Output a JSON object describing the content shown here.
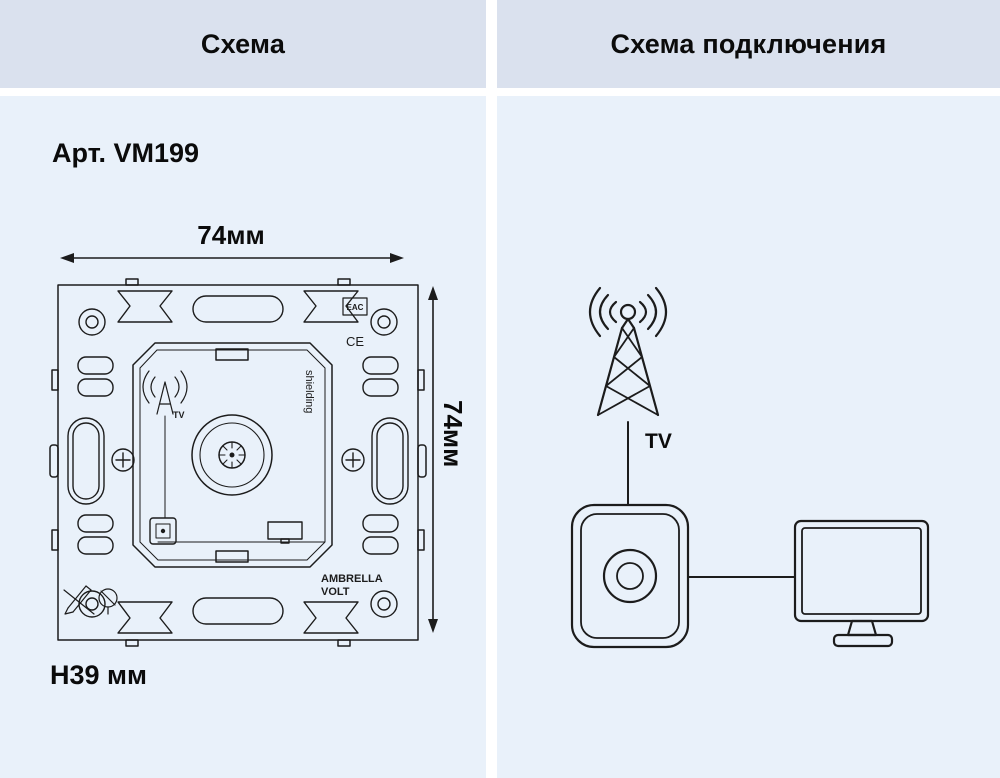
{
  "colors": {
    "header_bg": "#dae1ee",
    "panel_bg": "#e9f1fa",
    "line": "#1c1c1c"
  },
  "headers": {
    "left": "Схема",
    "right": "Схема подключения"
  },
  "schematic": {
    "article": "Арт. VM199",
    "width_dim": "74мм",
    "height_dim": "74мм",
    "depth_dim": "H39 мм",
    "labels": {
      "shielding": "shielding",
      "brand_top": "AMBRELLA",
      "brand_bottom": "VOLT",
      "eac": "EAC",
      "ce": "CE",
      "tv_mini": "TV"
    }
  },
  "connection": {
    "tv_label": "TV"
  }
}
